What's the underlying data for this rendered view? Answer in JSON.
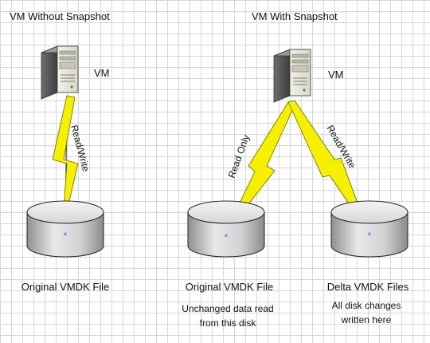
{
  "titles": {
    "left": "VM Without Snapshot",
    "right": "VM With Snapshot"
  },
  "vm": {
    "left_label": "VM",
    "right_label": "VM"
  },
  "links": {
    "left": "Read/Write",
    "middle": "Read Only",
    "right": "Read/Write"
  },
  "disks": {
    "left": {
      "label": "Original VMDK File"
    },
    "middle": {
      "label": "Original VMDK File",
      "note_line1": "Unchanged data read",
      "note_line2": "from this disk"
    },
    "right": {
      "label": "Delta VMDK Files",
      "note_line1": "All disk changes",
      "note_line2": "written here"
    }
  }
}
